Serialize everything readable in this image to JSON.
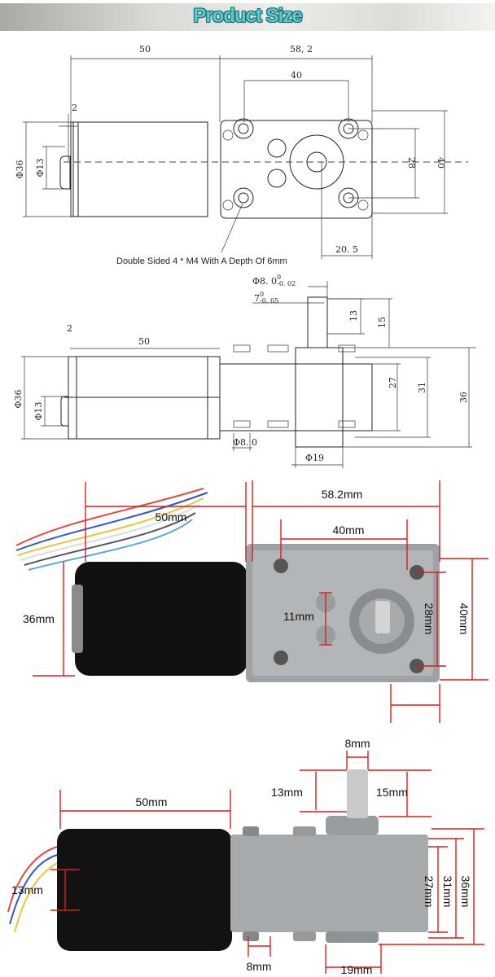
{
  "header": {
    "title": "Product Size"
  },
  "drawing_top": {
    "dims": {
      "motor_length": "50",
      "gearbox_length": "58, 2",
      "hole_spacing_x": "40",
      "flange_thickness": "2",
      "motor_diameter": "Φ36",
      "boss_diameter": "Φ13",
      "hole_spacing_y": "28",
      "gearbox_height": "40",
      "shaft_offset": "20. 5"
    },
    "note": "Double Sided 4 * M4 With A Depth Of 6mm"
  },
  "drawing_side": {
    "dims": {
      "shaft_diameter": "Φ8. 0",
      "shaft_diameter_tol_upper": "0",
      "shaft_diameter_tol_lower": "-0. 02",
      "flat_width": "7",
      "flat_tol_upper": "0",
      "flat_tol_lower": "-0. 05",
      "flat_length": "13",
      "shaft_length": "15",
      "flange_thickness": "2",
      "motor_length": "50",
      "motor_diameter": "Φ36",
      "boss_diameter": "Φ13",
      "gearbox_inner": "27",
      "gearbox_mid": "31",
      "gearbox_total": "36",
      "screw_diameter": "Φ8. 0",
      "hub_diameter": "Φ19"
    }
  },
  "photo_top": {
    "dims": {
      "gearbox_length": "58.2mm",
      "motor_length": "50mm",
      "hole_spacing_x": "40mm",
      "motor_diameter": "36mm",
      "boss_spacing": "11mm",
      "hole_spacing_y": "28mm",
      "gearbox_height": "40mm"
    }
  },
  "photo_side": {
    "dims": {
      "shaft_diameter": "8mm",
      "flat_length": "13mm",
      "shaft_length": "15mm",
      "motor_length": "50mm",
      "boss_diameter": "13mm",
      "gearbox_inner": "27mm",
      "gearbox_mid": "31mm",
      "gearbox_total": "36mm",
      "screw_diameter": "8mm",
      "hub_diameter": "19mm"
    }
  },
  "colors": {
    "dimension_red": "#e01b1b",
    "title_teal": "#5cc8c8"
  }
}
